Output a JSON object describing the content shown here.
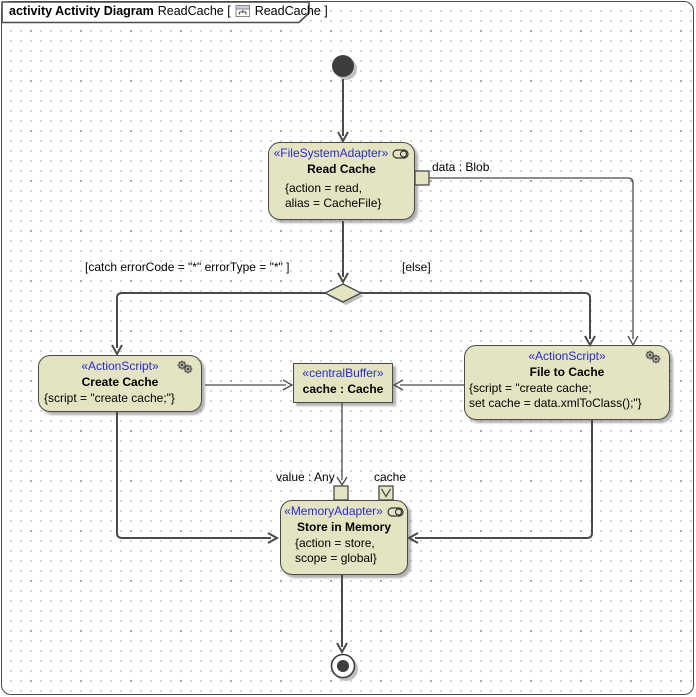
{
  "frame": {
    "title_bold": "activity Activity Diagram",
    "title_name": "ReadCache [",
    "title_ref": "ReadCache ]"
  },
  "nodes": {
    "read_cache": {
      "stereotype": "«FileSystemAdapter»",
      "name": "Read Cache",
      "prop1": "{action = read,",
      "prop2": "alias = CacheFile}"
    },
    "create_cache": {
      "stereotype": "«ActionScript»",
      "name": "Create Cache",
      "prop1": "{script = \"create cache;\"}"
    },
    "buffer": {
      "stereotype": "«centralBuffer»",
      "name": "cache : Cache"
    },
    "file_to_cache": {
      "stereotype": "«ActionScript»",
      "name": "File to Cache",
      "prop1": "{script = \"create cache;",
      "prop2": "set cache = data.xmlToClass();\"}"
    },
    "store_in_memory": {
      "stereotype": "«MemoryAdapter»",
      "name": "Store in Memory",
      "prop1": "{action = store,",
      "prop2": "scope = global}"
    }
  },
  "edge_labels": {
    "data_pin": "data : Blob",
    "catch_guard": "[catch errorCode = \"*\" errorType = \"*\" ]",
    "else_guard": "[else]",
    "value_pin": "value : Any",
    "cache_pin": "cache"
  },
  "colors": {
    "node_fill": "#E4E4C2",
    "node_border": "#4A4A4A",
    "stereotype_text": "#2B2BCC",
    "edge": "#4A4A4A",
    "initial_final_fill": "#3D3D3D"
  }
}
